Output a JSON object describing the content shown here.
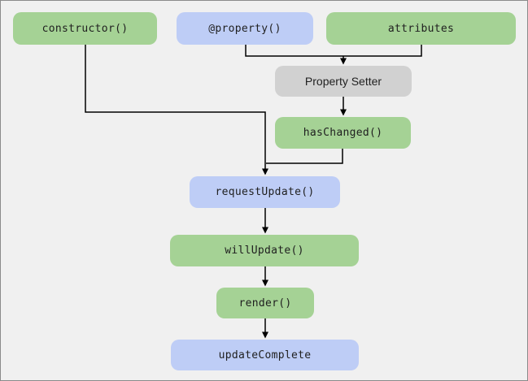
{
  "diagram": {
    "description": "Reactive update cycle flowchart",
    "nodes": [
      {
        "id": "constructor",
        "label": "constructor()",
        "color": "green"
      },
      {
        "id": "property",
        "label": "@property()",
        "color": "blue"
      },
      {
        "id": "attributes",
        "label": "attributes",
        "color": "green"
      },
      {
        "id": "property-setter",
        "label": "Property Setter",
        "color": "gray"
      },
      {
        "id": "has-changed",
        "label": "hasChanged()",
        "color": "green"
      },
      {
        "id": "request-update",
        "label": "requestUpdate()",
        "color": "blue"
      },
      {
        "id": "will-update",
        "label": "willUpdate()",
        "color": "green"
      },
      {
        "id": "render",
        "label": "render()",
        "color": "green"
      },
      {
        "id": "update-complete",
        "label": "updateComplete",
        "color": "blue"
      }
    ],
    "edges": [
      {
        "from": "constructor",
        "to": "request-update"
      },
      {
        "from": "property",
        "to": "property-setter"
      },
      {
        "from": "attributes",
        "to": "property-setter"
      },
      {
        "from": "property-setter",
        "to": "has-changed"
      },
      {
        "from": "has-changed",
        "to": "request-update"
      },
      {
        "from": "request-update",
        "to": "will-update"
      },
      {
        "from": "will-update",
        "to": "render"
      },
      {
        "from": "render",
        "to": "update-complete"
      }
    ],
    "colors": {
      "green": "#a5d295",
      "blue": "#becdf6",
      "gray": "#d1d1d1",
      "background": "#f0f0f0",
      "line": "#000000",
      "text": "#1f1f1f",
      "frame_border": "#8a8a8a"
    }
  }
}
